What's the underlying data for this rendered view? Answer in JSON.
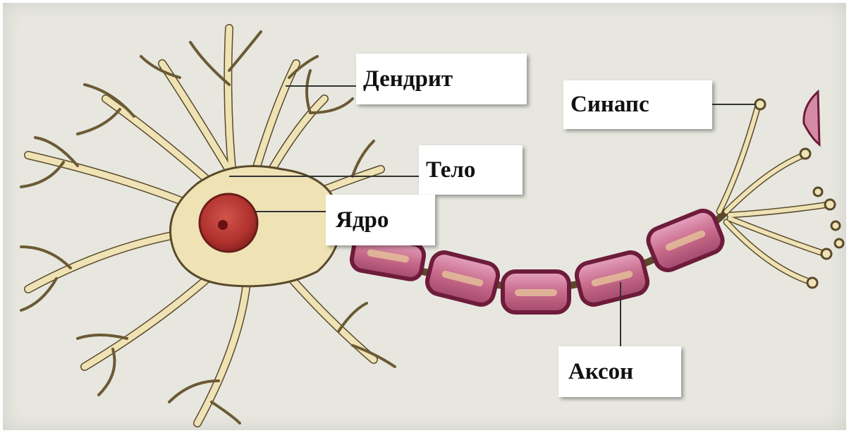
{
  "labels": {
    "dendrite": "Дендрит",
    "synapse": "Синапс",
    "body": "Тело",
    "nucleus": "Ядро",
    "axon": "Аксон"
  },
  "colors": {
    "background": "#e7e7e0",
    "cell_body": "#efe3b6",
    "outline": "#5a4a2a",
    "nucleus": "#b3332f",
    "myelin": "#c86b8c",
    "myelin_outline": "#6e1c3b",
    "synapse_terminal": "#d58aa6"
  }
}
